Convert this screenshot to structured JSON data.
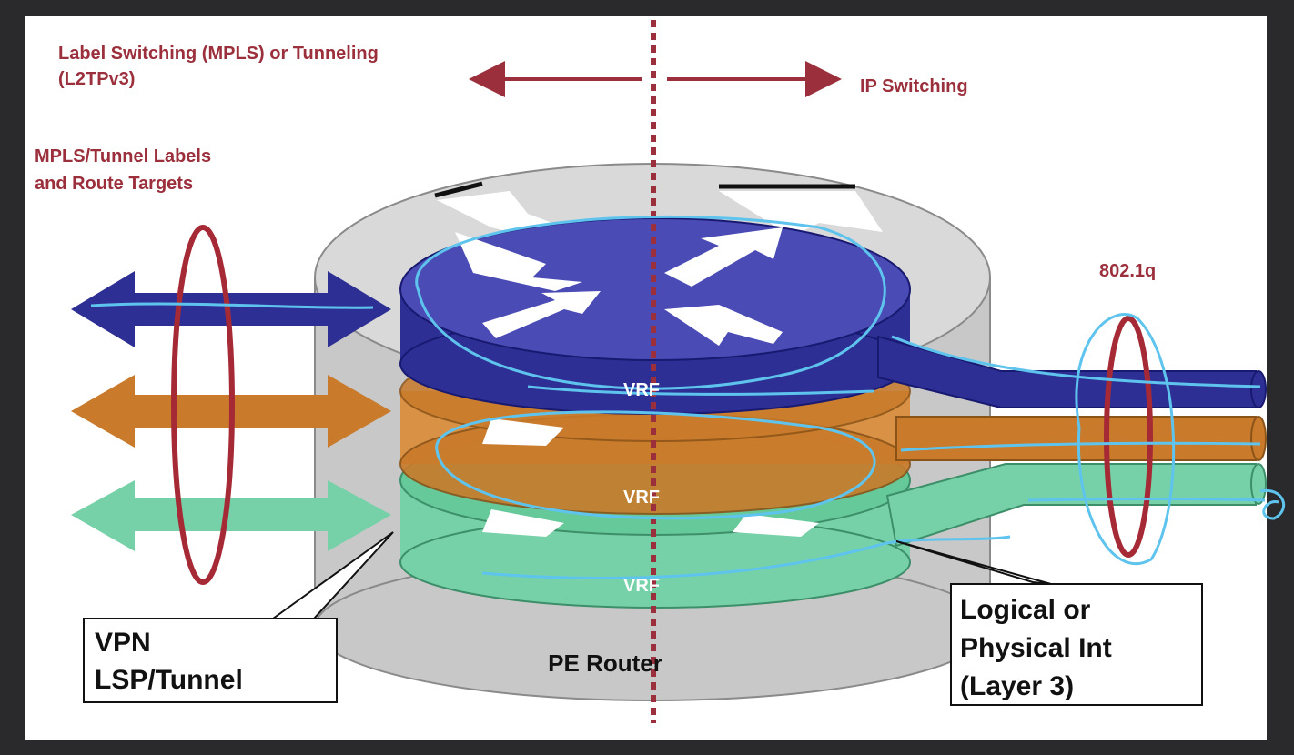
{
  "labels": {
    "label_switching_line1": "Label Switching (MPLS) or Tunneling",
    "label_switching_line2": "(L2TPv3)",
    "ip_switching": "IP Switching",
    "mpls_labels_line1": "MPLS/Tunnel Labels",
    "mpls_labels_line2": "and Route Targets",
    "dot1q": "802.1q",
    "vrf_top": "VRF",
    "vrf_middle": "VRF",
    "vrf_bottom": "VRF",
    "pe_router": "PE Router",
    "callout_left_line1": "VPN",
    "callout_left_line2": "LSP/Tunnel",
    "callout_right_line1": "Logical or",
    "callout_right_line2": "Physical Int",
    "callout_right_line3": "(Layer 3)"
  },
  "colors": {
    "background": "#2a2a2c",
    "slide": "#ffffff",
    "label_red": "#9b2f3b",
    "router_gray": "#d4d4d4",
    "vrf_blue": "#2e2f94",
    "vrf_orange": "#c97a2a",
    "vrf_green": "#66c99a",
    "annotation_cyan": "#5ec4ee",
    "ring_red": "#a52a36"
  }
}
